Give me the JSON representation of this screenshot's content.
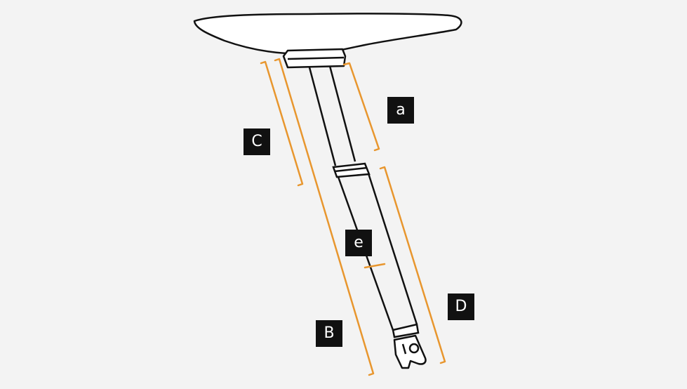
{
  "diagram": {
    "labels": {
      "a": "a",
      "C": "C",
      "e": "e",
      "D": "D",
      "B": "B"
    },
    "colors": {
      "background": "#f3f3f3",
      "outline": "#111111",
      "dimension_lines": "#e8962e",
      "label_box": "#111111",
      "label_text": "#ffffff"
    }
  }
}
